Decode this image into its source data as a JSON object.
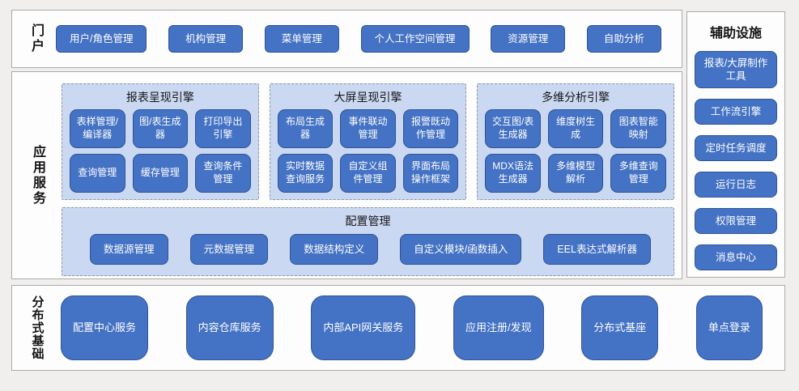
{
  "portal": {
    "label": "门户",
    "items": [
      "用户/角色管理",
      "机构管理",
      "菜单管理",
      "个人工作空间管理",
      "资源管理",
      "自助分析"
    ]
  },
  "app_services": {
    "label": "应用服务",
    "engines": [
      {
        "title": "报表呈现引擎",
        "items": [
          "表样管理/编译器",
          "图/表生成器",
          "打印导出引擎",
          "查询管理",
          "缓存管理",
          "查询条件管理"
        ]
      },
      {
        "title": "大屏呈现引擎",
        "items": [
          "布局生成器",
          "事件联动管理",
          "报警既动作管理",
          "实时数据查询服务",
          "自定义组件管理",
          "界面布局操作框架"
        ]
      },
      {
        "title": "多维分析引擎",
        "items": [
          "交互图/表生成器",
          "维度树生成",
          "图表智能映射",
          "MDX语法生成器",
          "多维模型解析",
          "多维查询管理"
        ]
      }
    ],
    "config": {
      "title": "配置管理",
      "items": [
        "数据源管理",
        "元数据管理",
        "数据结构定义",
        "自定义模块/函数插入",
        "EEL表达式解析器"
      ]
    }
  },
  "distributed": {
    "label": "分布式基础",
    "items": [
      "配置中心服务",
      "内容仓库服务",
      "内部API网关服务",
      "应用注册/发现",
      "分布式基座",
      "单点登录"
    ]
  },
  "auxiliary": {
    "label": "辅助设施",
    "items": [
      "报表/大屏制作工具",
      "工作流引擎",
      "定时任务调度",
      "运行日志",
      "权限管理",
      "消息中心"
    ]
  },
  "colors": {
    "button_blue": "#4472c4",
    "button_border": "#2f5597",
    "engine_panel_bg": "#cbd8f2",
    "panel_bg": "#fdfdfd",
    "panel_border": "#ababab",
    "page_bg": "#f0efee"
  }
}
